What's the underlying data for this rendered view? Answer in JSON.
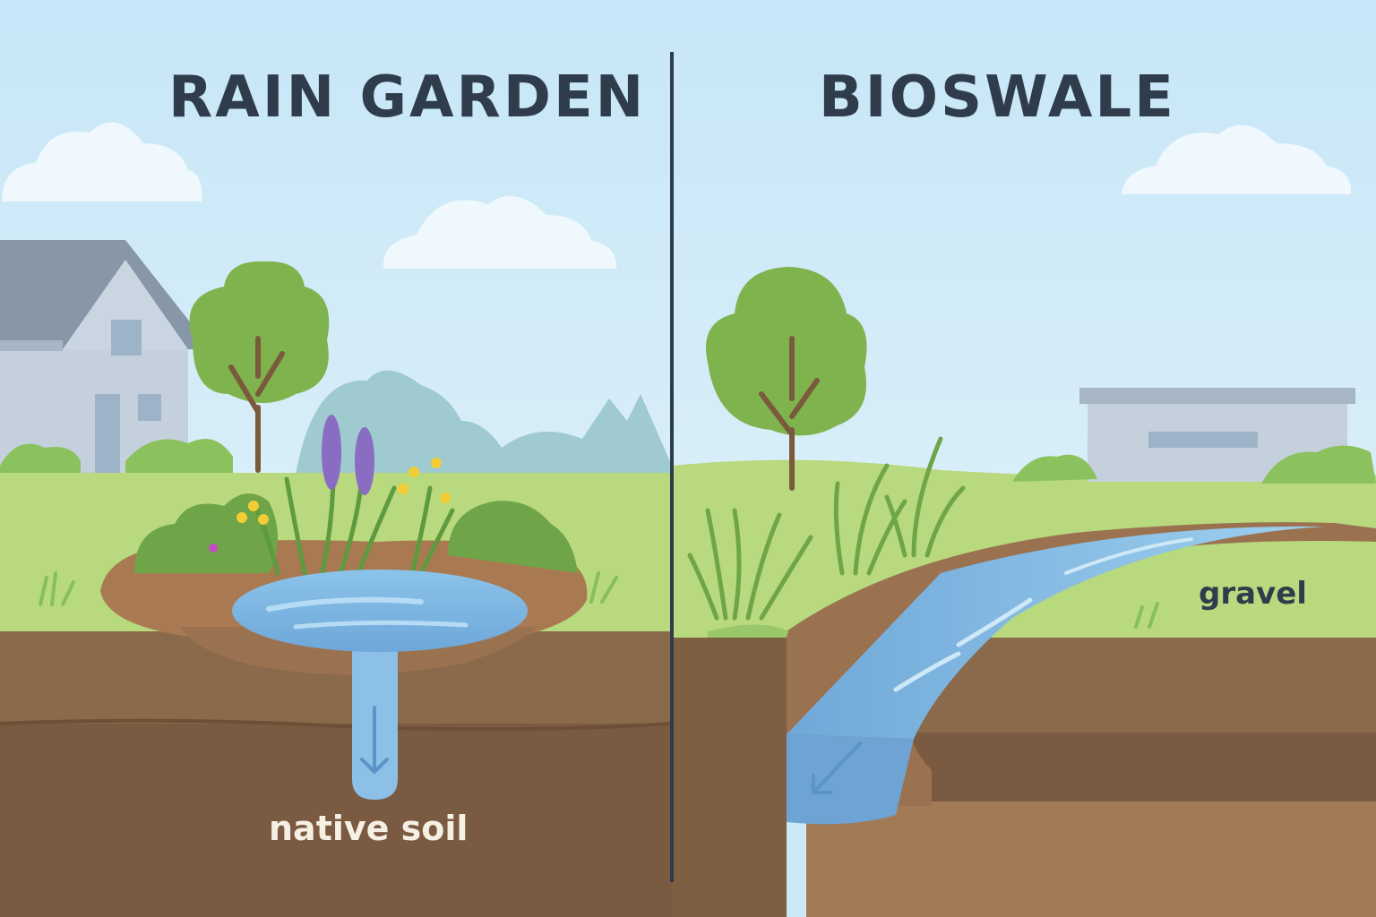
{
  "panels": {
    "left": {
      "title": "RAIN GARDEN",
      "soil_label": "native soil"
    },
    "right": {
      "title": "BIOSWALE",
      "layer_label": "gravel"
    }
  },
  "colors": {
    "sky": "#cde9f7",
    "grass": "#b8d97d",
    "soil_top": "#8b6a4c",
    "soil_deep": "#7a5b41",
    "water": "#7fb5e0",
    "divider": "#2f3c4b",
    "title_text": "#2f3c4b"
  }
}
